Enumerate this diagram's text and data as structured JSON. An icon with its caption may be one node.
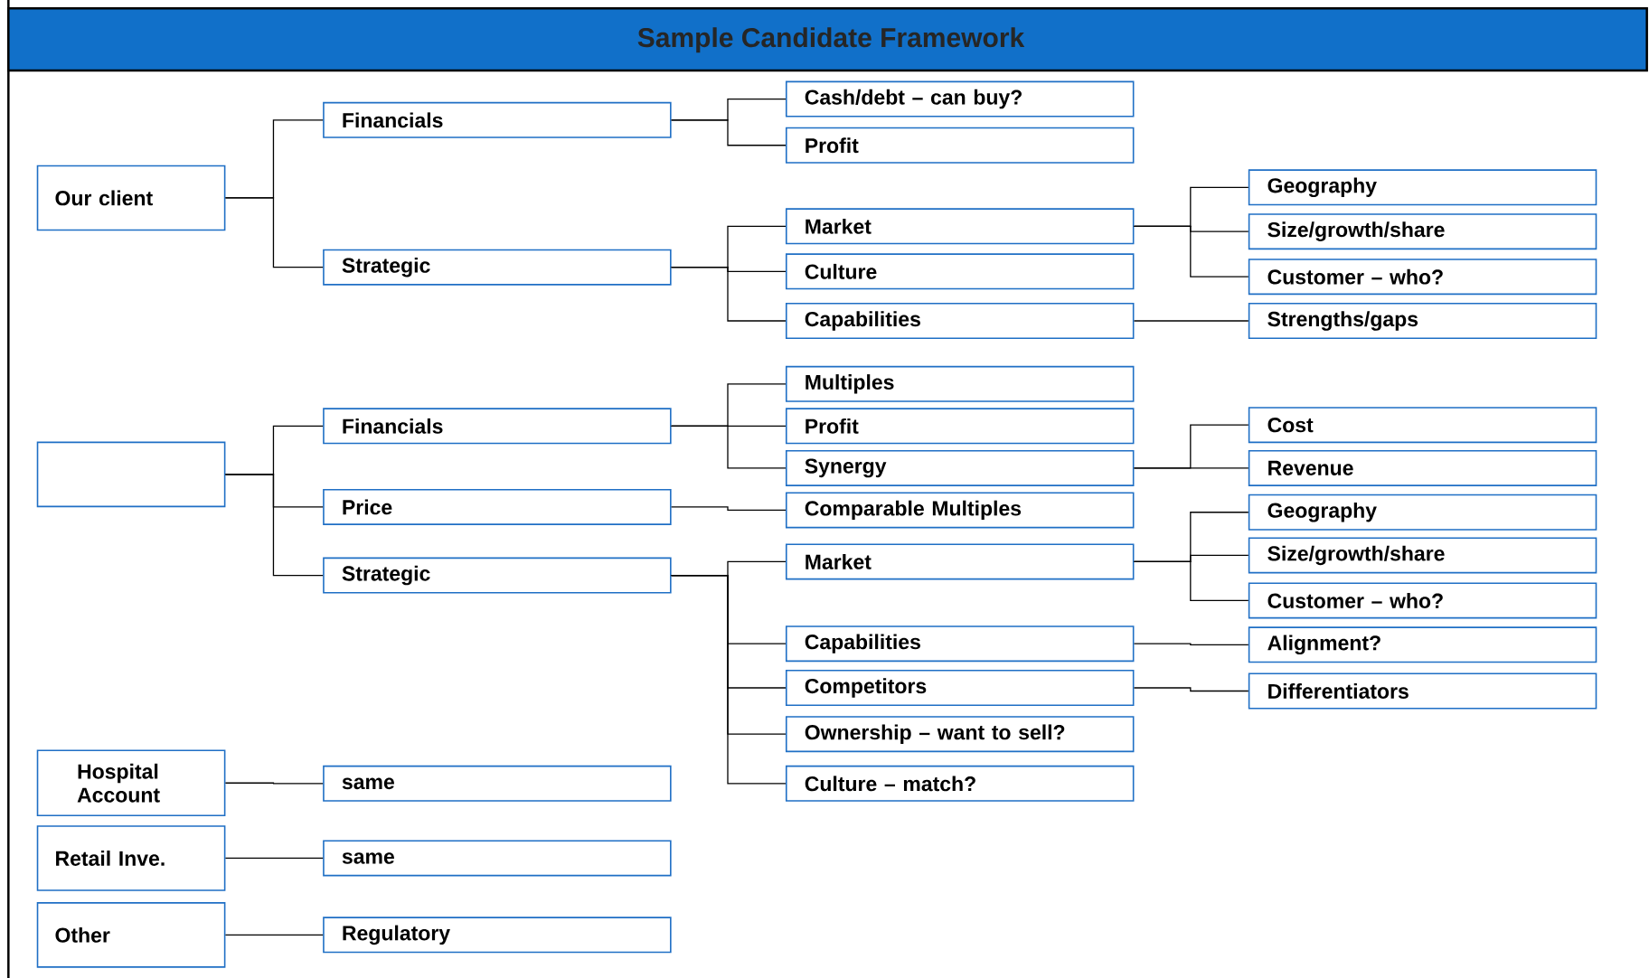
{
  "diagram": {
    "title": "Sample Candidate Framework",
    "nodes": [
      {
        "text": [
          "Our client"
        ]
      },
      {
        "text": [
          "Financials"
        ]
      },
      {
        "text": [
          "Strategic"
        ]
      },
      {
        "text": [
          "Cash/debt – can buy?"
        ]
      },
      {
        "text": [
          "Profit"
        ]
      },
      {
        "text": [
          "Market"
        ]
      },
      {
        "text": [
          "Culture"
        ]
      },
      {
        "text": [
          "Capabilities"
        ]
      },
      {
        "text": [
          "Geography"
        ]
      },
      {
        "text": [
          "Size/growth/share"
        ]
      },
      {
        "text": [
          "Customer – who?"
        ]
      },
      {
        "text": [
          "Strengths/gaps"
        ]
      },
      {
        "text": [],
        "shape": "box"
      },
      {
        "text": [
          "Financials"
        ]
      },
      {
        "text": [
          "Price"
        ]
      },
      {
        "text": [
          "Strategic"
        ]
      },
      {
        "text": [
          "Multiples"
        ]
      },
      {
        "text": [
          "Profit"
        ]
      },
      {
        "text": [
          "Synergy"
        ]
      },
      {
        "text": [
          "Comparable Multiples"
        ]
      },
      {
        "text": [
          "Market"
        ]
      },
      {
        "text": [
          "Capabilities"
        ]
      },
      {
        "text": [
          "Competitors"
        ]
      },
      {
        "text": [
          "Ownership – want to sell?"
        ]
      },
      {
        "text": [
          "Culture – match?"
        ]
      },
      {
        "text": [
          "Cost"
        ]
      },
      {
        "text": [
          "Revenue"
        ]
      },
      {
        "text": [
          "Geography"
        ]
      },
      {
        "text": [
          "Size/growth/share"
        ]
      },
      {
        "text": [
          "Customer – who?"
        ]
      },
      {
        "text": [
          "Alignment?"
        ]
      },
      {
        "text": [
          "Differentiators"
        ]
      },
      {
        "text": [
          "Hospital Account"
        ]
      },
      {
        "text": [
          "same"
        ]
      },
      {
        "text": [
          "Retail Inve."
        ]
      },
      {
        "text": [
          "same"
        ]
      },
      {
        "text": [
          "Other"
        ]
      },
      {
        "text": [
          "Regulatory"
        ]
      }
    ],
    "edges": [
      {
        "from": 0,
        "to": 1,
        "arrow": "none"
      },
      {
        "from": 0,
        "to": 2,
        "arrow": "none"
      },
      {
        "from": 1,
        "to": 3,
        "arrow": "none"
      },
      {
        "from": 1,
        "to": 4,
        "arrow": "none"
      },
      {
        "from": 2,
        "to": 5,
        "arrow": "none"
      },
      {
        "from": 2,
        "to": 6,
        "arrow": "none"
      },
      {
        "from": 2,
        "to": 7,
        "arrow": "none"
      },
      {
        "from": 5,
        "to": 8,
        "arrow": "none"
      },
      {
        "from": 5,
        "to": 9,
        "arrow": "none"
      },
      {
        "from": 5,
        "to": 10,
        "arrow": "none"
      },
      {
        "from": 7,
        "to": 11,
        "arrow": "none"
      },
      {
        "from": 12,
        "to": 13,
        "arrow": "none"
      },
      {
        "from": 12,
        "to": 14,
        "arrow": "none"
      },
      {
        "from": 12,
        "to": 15,
        "arrow": "none"
      },
      {
        "from": 13,
        "to": 16,
        "arrow": "none"
      },
      {
        "from": 13,
        "to": 17,
        "arrow": "none"
      },
      {
        "from": 13,
        "to": 18,
        "arrow": "none"
      },
      {
        "from": 14,
        "to": 19,
        "arrow": "none"
      },
      {
        "from": 15,
        "to": 20,
        "arrow": "none"
      },
      {
        "from": 15,
        "to": 21,
        "arrow": "none"
      },
      {
        "from": 15,
        "to": 22,
        "arrow": "none"
      },
      {
        "from": 15,
        "to": 23,
        "arrow": "none"
      },
      {
        "from": 15,
        "to": 24,
        "arrow": "none"
      },
      {
        "from": 18,
        "to": 25,
        "arrow": "none"
      },
      {
        "from": 18,
        "to": 26,
        "arrow": "none"
      },
      {
        "from": 20,
        "to": 27,
        "arrow": "none"
      },
      {
        "from": 20,
        "to": 28,
        "arrow": "none"
      },
      {
        "from": 20,
        "to": 29,
        "arrow": "none"
      },
      {
        "from": 21,
        "to": 30,
        "arrow": "none"
      },
      {
        "from": 22,
        "to": 31,
        "arrow": "none"
      },
      {
        "from": 32,
        "to": 33,
        "arrow": "none"
      },
      {
        "from": 34,
        "to": 35,
        "arrow": "none"
      },
      {
        "from": 36,
        "to": 37,
        "arrow": "none"
      }
    ]
  }
}
